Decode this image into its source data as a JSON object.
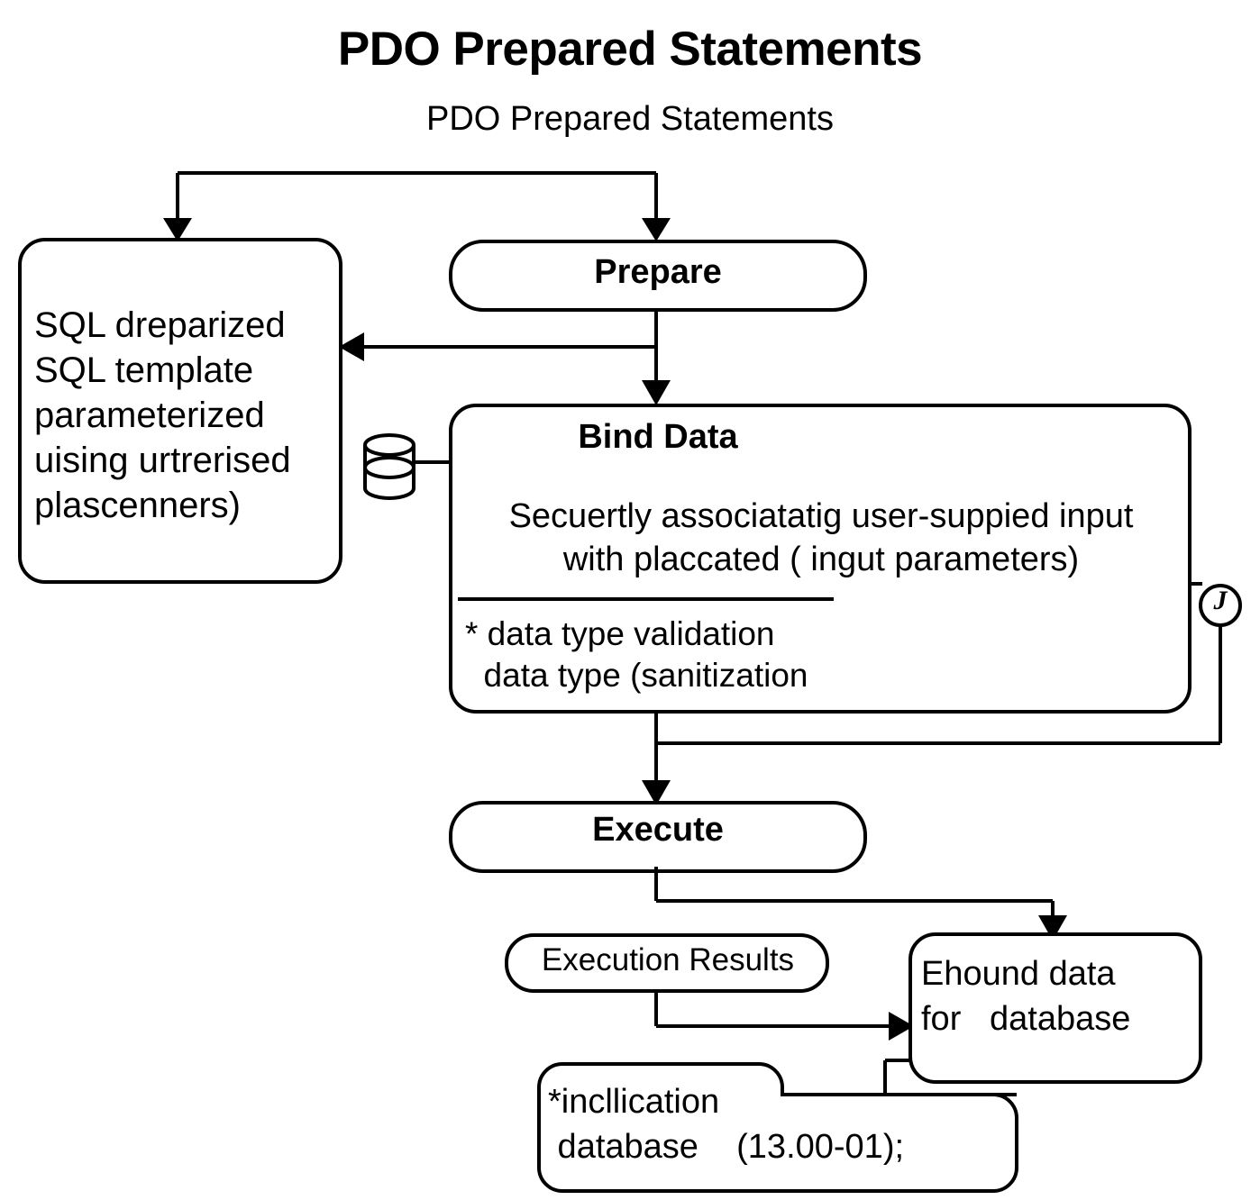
{
  "diagram": {
    "title": "PDO Prepared Statements",
    "subtitle": "PDO Prepared Statements",
    "background_color": "#ffffff",
    "stroke_color": "#000000",
    "nodes": {
      "sql_template": {
        "name": "sql-template-box",
        "lines": [
          "SQL dreparized",
          "SQL template",
          "parameterized",
          "uising urtrerised",
          "plascenners)"
        ],
        "text": "SQL dreparized\nSQL template\nparameterized\nuising urtrerised\nplascenners)"
      },
      "prepare": {
        "name": "prepare-box",
        "label": "Prepare"
      },
      "bind_data": {
        "name": "bind-data-box",
        "title": "Bind Data",
        "body": "Secuertly associatatig user-suppied input\nwith placcated ( ingut parameters)",
        "sub": "* data type validation\n  data type (sanitization",
        "body_lines": [
          "Secuertly associatatig user-suppied input",
          "with placcated ( ingut parameters)"
        ],
        "sub_lines": [
          "* data type validation",
          "  data type (sanitization"
        ]
      },
      "execute": {
        "name": "execute-box",
        "label": "Execute"
      },
      "execution_results": {
        "name": "execution-results-box",
        "label": "Execution Results"
      },
      "ehound_data": {
        "name": "ehound-data-box",
        "lines": [
          "Ehound data",
          "for   database"
        ],
        "text": "Ehound data\nfor   database"
      },
      "incllication": {
        "name": "incllication-box",
        "lines": [
          "*incllication",
          " database    (13.00-01);"
        ],
        "text": "*incllication\n database    (13.00-01);"
      }
    },
    "icons": {
      "database_cylinder": "database-cylinder-icon",
      "check_badge": "check-badge-icon",
      "check_badge_glyph": "J"
    },
    "connectors": [
      "top-split-to-sql-template",
      "top-split-to-prepare",
      "prepare-to-sql-template",
      "prepare-to-bind-data",
      "bind-data-to-execute",
      "bind-data-feedback-loop",
      "execute-to-ehound-data",
      "execution-results-to-ehound-data",
      "ehound-data-to-incllication"
    ]
  }
}
